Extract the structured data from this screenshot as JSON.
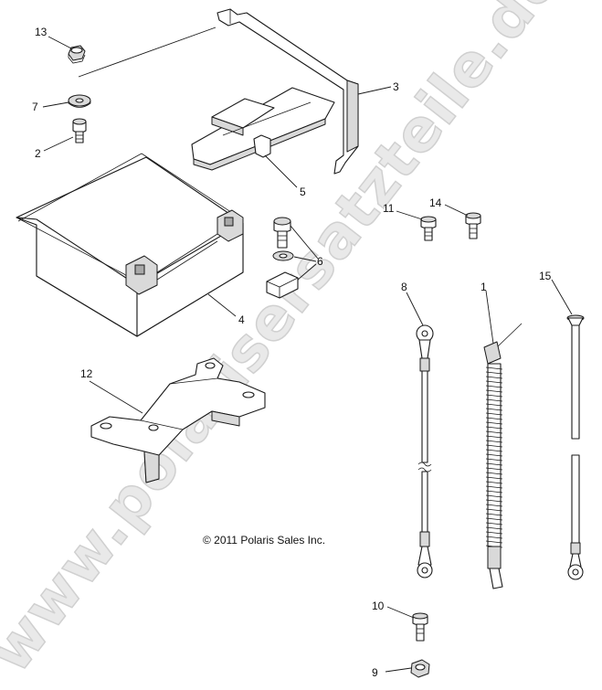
{
  "watermark": "www.polarisersatzteile.de",
  "copyright": "© 2011 Polaris Sales Inc.",
  "callouts": {
    "c1": "1",
    "c2": "2",
    "c3": "3",
    "c4": "4",
    "c5": "5",
    "c6": "6",
    "c7": "7",
    "c8": "8",
    "c9": "9",
    "c10": "10",
    "c11": "11",
    "c12": "12",
    "c13": "13",
    "c14": "14",
    "c15": "15"
  }
}
